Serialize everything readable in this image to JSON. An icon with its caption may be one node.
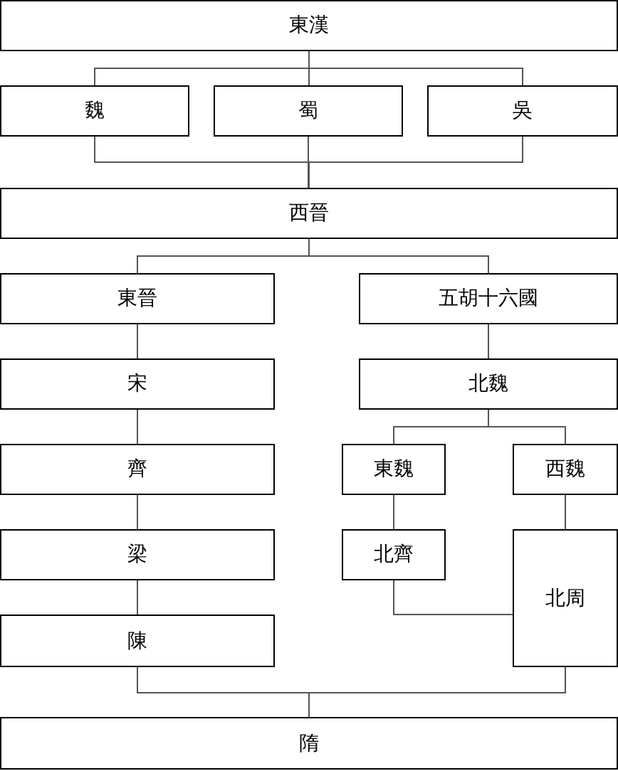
{
  "diagram": {
    "nodes": [
      {
        "text": [
          "東漢"
        ]
      },
      {
        "text": [
          "魏"
        ]
      },
      {
        "text": [
          "蜀"
        ]
      },
      {
        "text": [
          "吳"
        ]
      },
      {
        "text": [
          "西晉"
        ]
      },
      {
        "text": [
          "東晉"
        ]
      },
      {
        "text": [
          "五胡十六國"
        ]
      },
      {
        "text": [
          "宋"
        ]
      },
      {
        "text": [
          "北魏"
        ]
      },
      {
        "text": [
          "齊"
        ]
      },
      {
        "text": [
          "東魏"
        ]
      },
      {
        "text": [
          "西魏"
        ]
      },
      {
        "text": [
          "梁"
        ]
      },
      {
        "text": [
          "北齊"
        ]
      },
      {
        "text": [
          "北周"
        ]
      },
      {
        "text": [
          "陳"
        ]
      },
      {
        "text": [
          "隋"
        ]
      }
    ],
    "edges": [
      {
        "from": 0,
        "to": 1,
        "arrow": "none"
      },
      {
        "from": 0,
        "to": 2,
        "arrow": "none"
      },
      {
        "from": 0,
        "to": 3,
        "arrow": "none"
      },
      {
        "from": 1,
        "to": 4,
        "arrow": "none"
      },
      {
        "from": 2,
        "to": 4,
        "arrow": "none"
      },
      {
        "from": 3,
        "to": 4,
        "arrow": "none"
      },
      {
        "from": 4,
        "to": 5,
        "arrow": "none"
      },
      {
        "from": 4,
        "to": 6,
        "arrow": "none"
      },
      {
        "from": 5,
        "to": 7,
        "arrow": "none"
      },
      {
        "from": 7,
        "to": 9,
        "arrow": "none"
      },
      {
        "from": 9,
        "to": 12,
        "arrow": "none"
      },
      {
        "from": 12,
        "to": 15,
        "arrow": "none"
      },
      {
        "from": 6,
        "to": 8,
        "arrow": "none"
      },
      {
        "from": 8,
        "to": 10,
        "arrow": "none"
      },
      {
        "from": 8,
        "to": 11,
        "arrow": "none"
      },
      {
        "from": 10,
        "to": 13,
        "arrow": "none"
      },
      {
        "from": 13,
        "to": 14,
        "arrow": "none"
      },
      {
        "from": 11,
        "to": 14,
        "arrow": "none"
      },
      {
        "from": 15,
        "to": 16,
        "arrow": "none"
      },
      {
        "from": 14,
        "to": 16,
        "arrow": "none"
      }
    ]
  }
}
